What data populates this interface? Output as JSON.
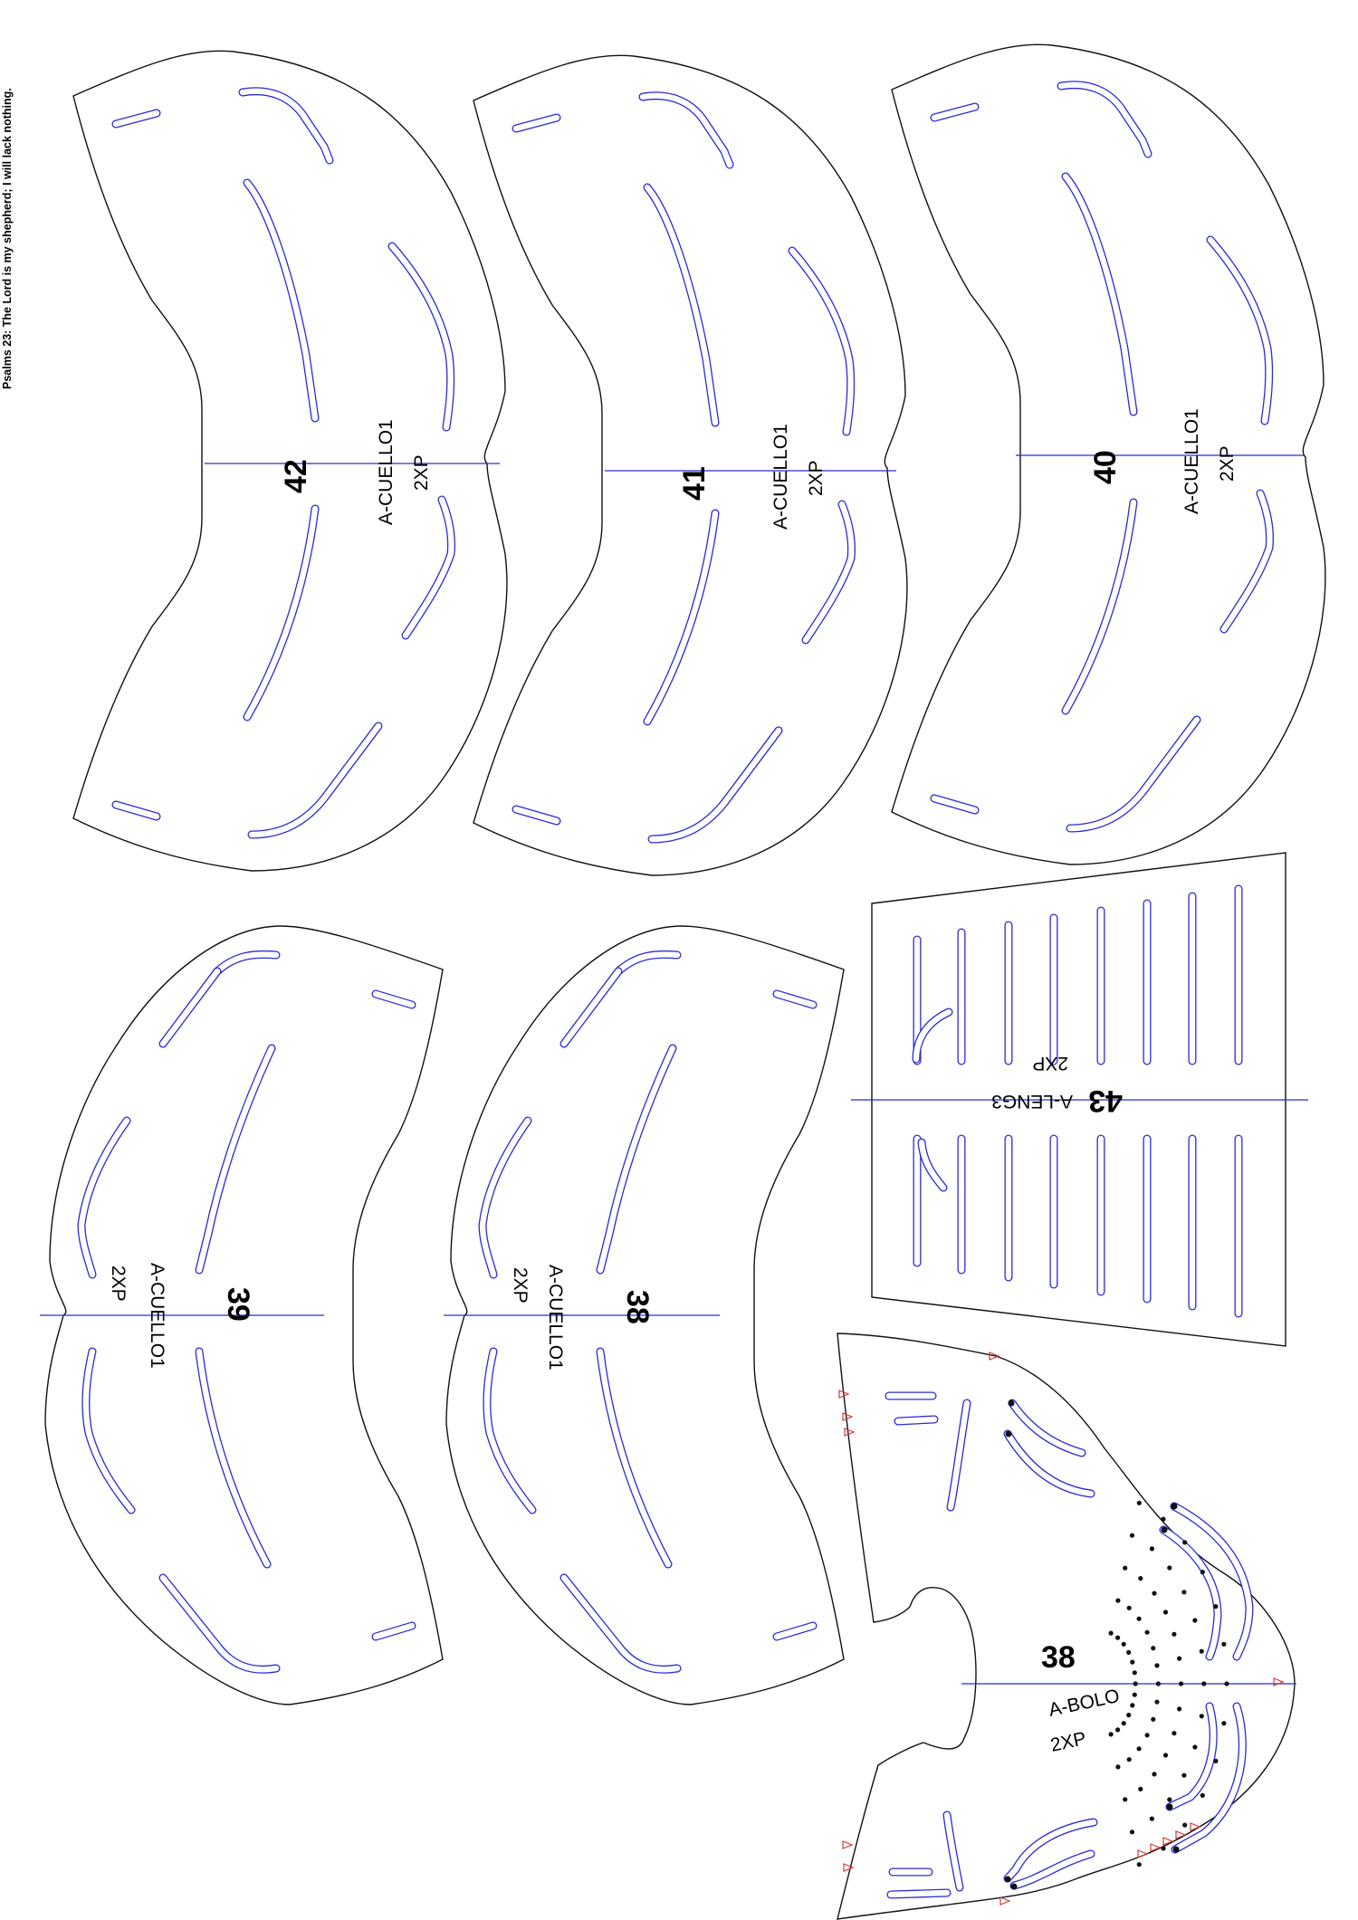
{
  "sheet": {
    "quote": "Psalms 23: The Lord is my shepherd; I will lack nothing."
  },
  "colors": {
    "outline": "#111111",
    "slot": "#2a2ad8",
    "axis": "#2a2ad8",
    "notch": "#d23a3a"
  },
  "pieces": {
    "p42": {
      "size": "42",
      "code": "A-CUELLO1",
      "qty": "2XP"
    },
    "p41": {
      "size": "41",
      "code": "A-CUELLO1",
      "qty": "2XP"
    },
    "p40": {
      "size": "40",
      "code": "A-CUELLO1",
      "qty": "2XP"
    },
    "p39": {
      "size": "39",
      "code": "A-CUELLO1",
      "qty": "2XP"
    },
    "p38": {
      "size": "38",
      "code": "A-CUELLO1",
      "qty": "2XP"
    },
    "p43": {
      "size": "43",
      "code": "A-LENG3",
      "qty": "2XP"
    },
    "bolo": {
      "size": "38",
      "code": "A-BOLO",
      "qty": "2XP"
    }
  }
}
